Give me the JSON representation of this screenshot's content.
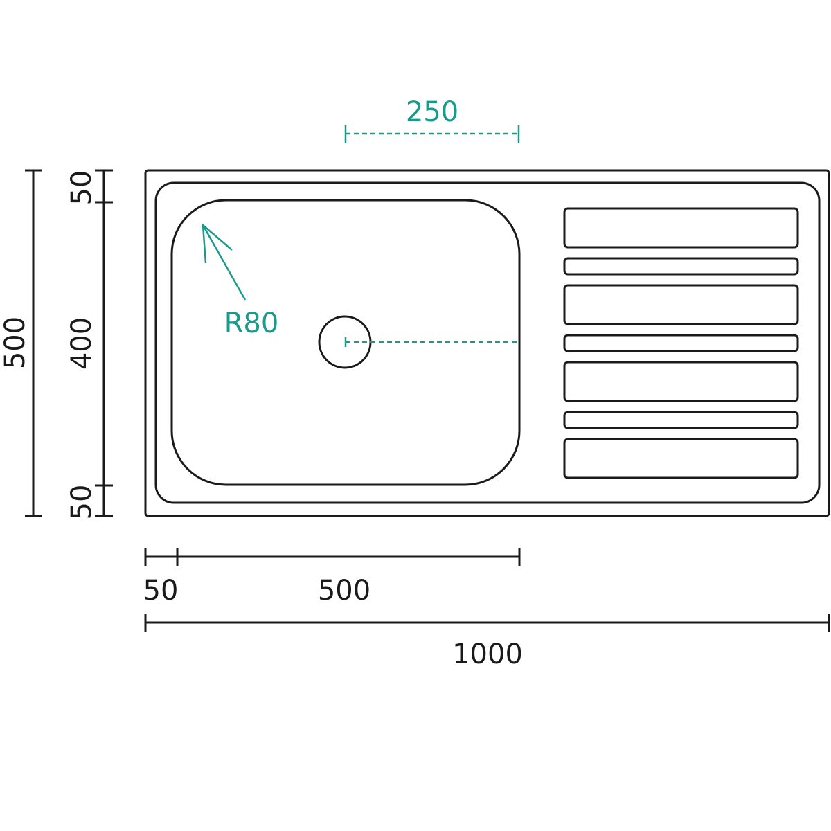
{
  "colors": {
    "line": "#1a1a1a",
    "accent": "#1a9a8a",
    "background": "#ffffff"
  },
  "dimensions": {
    "top_offset": "250",
    "radius": "R80",
    "left_total_height": "500",
    "left_top_margin": "50",
    "left_bowl_height": "400",
    "left_bottom_margin": "50",
    "bottom_left_margin": "50",
    "bottom_bowl_width": "500",
    "bottom_total_width": "1000"
  },
  "drainboard": {
    "groove_count": 7
  }
}
